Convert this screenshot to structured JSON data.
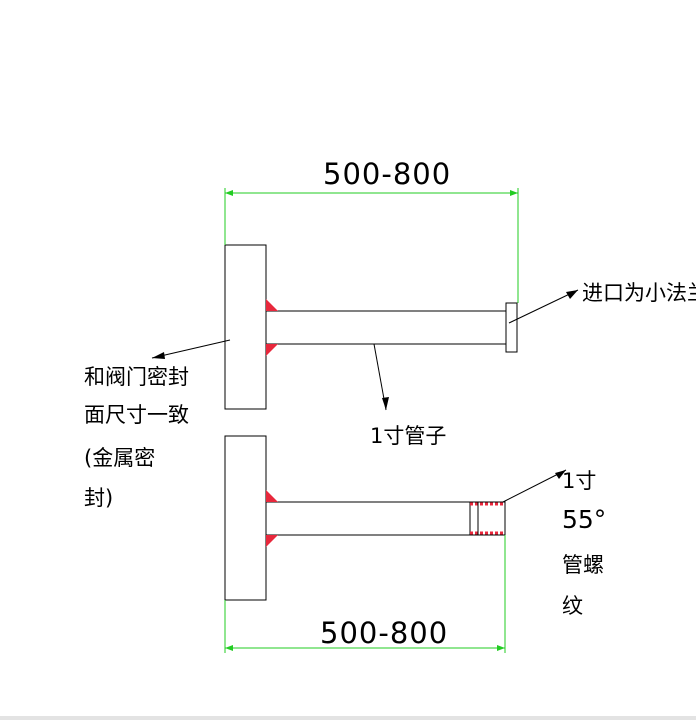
{
  "dimensions": {
    "top": "500-800",
    "bottom": "500-800"
  },
  "labels": {
    "inlet_flange": "进口为小法兰",
    "sealing_face": [
      "和阀门密封",
      "面尺寸一致",
      "(金属密",
      "封)"
    ],
    "pipe": "1寸管子",
    "thread": [
      "1寸",
      "55°",
      "管螺",
      "纹"
    ]
  },
  "colors": {
    "dimension_line": "#22cc22",
    "weld": "#e8283c",
    "thread_hatch": "#e8283c",
    "outline": "#000000"
  }
}
